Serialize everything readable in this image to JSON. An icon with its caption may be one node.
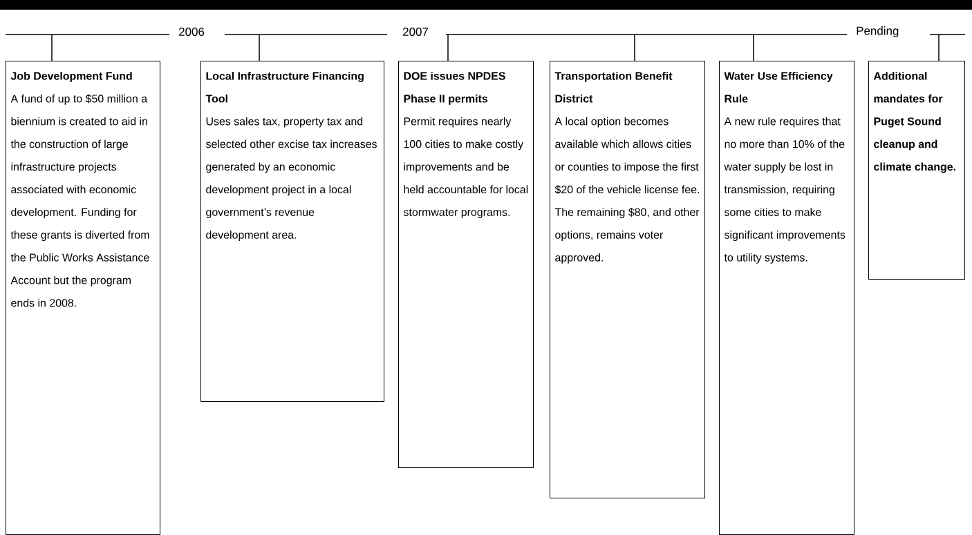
{
  "diagram": {
    "nodes": [
      {
        "text": [
          "Job Development Fund",
          "A fund of up to $50 million a biennium is created to aid in the construction of large infrastructure projects associated with economic development. Funding for these grants is diverted from the Public Works Assistance Account but the program ends in 2008."
        ]
      },
      {
        "text": [
          "Local Infrastructure Financing Tool",
          "Uses sales tax, property tax and selected other excise tax increases generated by an economic development project in a local government’s revenue development area."
        ]
      },
      {
        "text": [
          "DOE issues NPDES Phase II permits",
          "Permit requires nearly 100 cities to make costly improvements and be held accountable for local stormwater programs."
        ]
      },
      {
        "text": [
          "Transportation Benefit District",
          "A local option becomes available which allows cities or counties to impose the first $20 of the vehicle license fee. The remaining $80, and other options, remains voter approved."
        ]
      },
      {
        "text": [
          "Water Use Efficiency Rule",
          "A new rule requires that no more than 10% of the water supply be lost in transmission, requiring some cities to make significant improvements to utility systems."
        ]
      },
      {
        "text": [
          "Additional mandates for Puget Sound cleanup and climate change."
        ]
      }
    ],
    "edges": [
      {
        "from": null,
        "to": 0,
        "arrow": "none"
      },
      {
        "from": null,
        "to": 1,
        "arrow": "none"
      },
      {
        "from": null,
        "to": 2,
        "arrow": "none"
      },
      {
        "from": null,
        "to": 3,
        "arrow": "none"
      },
      {
        "from": null,
        "to": 4,
        "arrow": "none"
      },
      {
        "from": null,
        "to": 5,
        "arrow": "none"
      }
    ],
    "labels": [
      "2006",
      "2007",
      "Pending"
    ]
  }
}
